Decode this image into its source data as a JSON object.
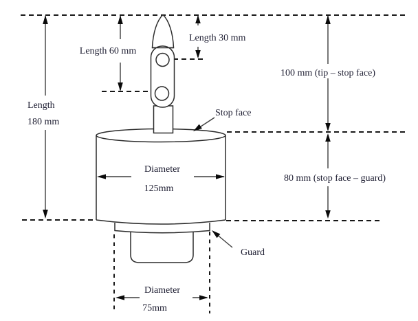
{
  "diagram": {
    "description": "Technical dimension drawing of a probe with stop face and guard",
    "dimensions": {
      "overall_length": {
        "line1": "Length",
        "line2": "180 mm"
      },
      "head_length": {
        "label": "Length 60 mm"
      },
      "tip_length": {
        "label": "Length 30 mm"
      },
      "tip_to_stop_face": {
        "label": "100 mm (tip – stop face)"
      },
      "stop_face_to_guard": {
        "label": "80 mm (stop face – guard)"
      },
      "body_diameter": {
        "line1": "Diameter",
        "line2": "125mm"
      },
      "guard_diameter": {
        "line1": "Diameter",
        "line2": "75mm"
      }
    },
    "part_labels": {
      "stop_face": "Stop face",
      "guard": "Guard"
    },
    "colors": {
      "line": "#2b2b2b",
      "dashed_line": "#161616",
      "text": "#1e1e32",
      "background": "#ffffff"
    }
  }
}
